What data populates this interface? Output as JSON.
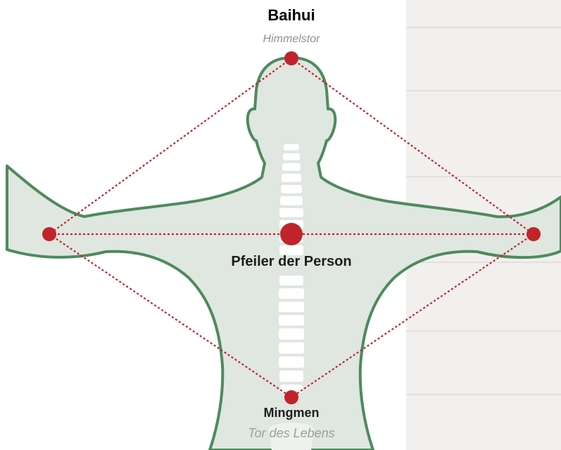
{
  "points": {
    "top": {
      "name": "Baihui",
      "subtitle": "Himmelstor"
    },
    "center": {
      "name": "Pfeiler der Person"
    },
    "bottom": {
      "name": "Mingmen",
      "subtitle": "Tor des Lebens"
    }
  },
  "colors": {
    "body_fill": "#dfe7e0",
    "body_outline": "#4e8a5e",
    "point_red": "#c0242a",
    "dotted_line": "#c0242a",
    "spine": "#ffffff",
    "wood_background": "#f1f0ee"
  },
  "icons": [
    "acupoint-dot-icon",
    "body-silhouette",
    "spine-illustration"
  ]
}
